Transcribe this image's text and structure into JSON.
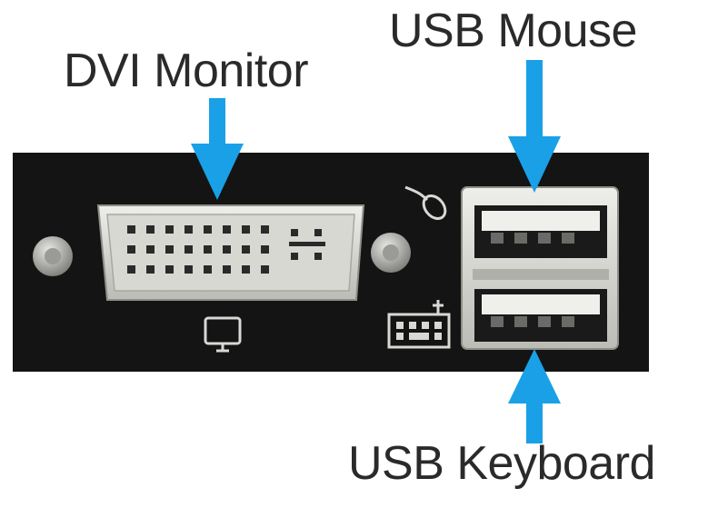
{
  "labels": {
    "dvi_monitor": "DVI Monitor",
    "usb_mouse": "USB Mouse",
    "usb_keyboard": "USB Keyboard"
  },
  "icons": [
    "monitor-icon",
    "mouse-icon",
    "keyboard-icon"
  ],
  "colors": {
    "arrow": "#1aa0e6",
    "panel": "#141414",
    "port_metal": "#d6d6d2",
    "text": "#2a2a2a",
    "background": "#ffffff"
  }
}
